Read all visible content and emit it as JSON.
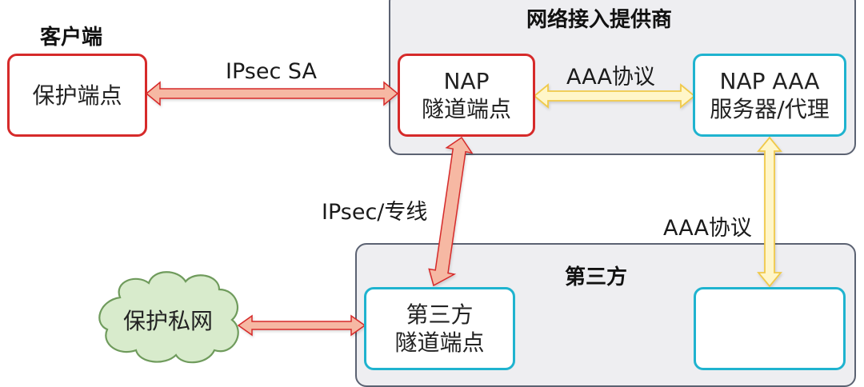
{
  "client": {
    "title": "客户端",
    "endpoint": "保护端点"
  },
  "nap": {
    "title": "网络接入提供商",
    "tunnel_line1": "NAP",
    "tunnel_line2": "隧道端点",
    "aaa_line1": "NAP AAA",
    "aaa_line2": "服务器/代理"
  },
  "third": {
    "title": "第三方",
    "tunnel_line1": "第三方",
    "tunnel_line2": "隧道端点"
  },
  "cloud": {
    "label": "保护私网"
  },
  "links": {
    "ipsec_sa": "IPsec SA",
    "aaa_top": "AAA协议",
    "ipsec_line": "IPsec/专线",
    "aaa_right": "AAA协议"
  },
  "colors": {
    "red": "#d62a2a",
    "cyan": "#1fb3cf",
    "salmon_fill": "#f6b8a3",
    "yellow_fill": "#fff6c9",
    "yellow_stroke": "#f0c94a",
    "cloud_fill": "#d8ebcc"
  }
}
